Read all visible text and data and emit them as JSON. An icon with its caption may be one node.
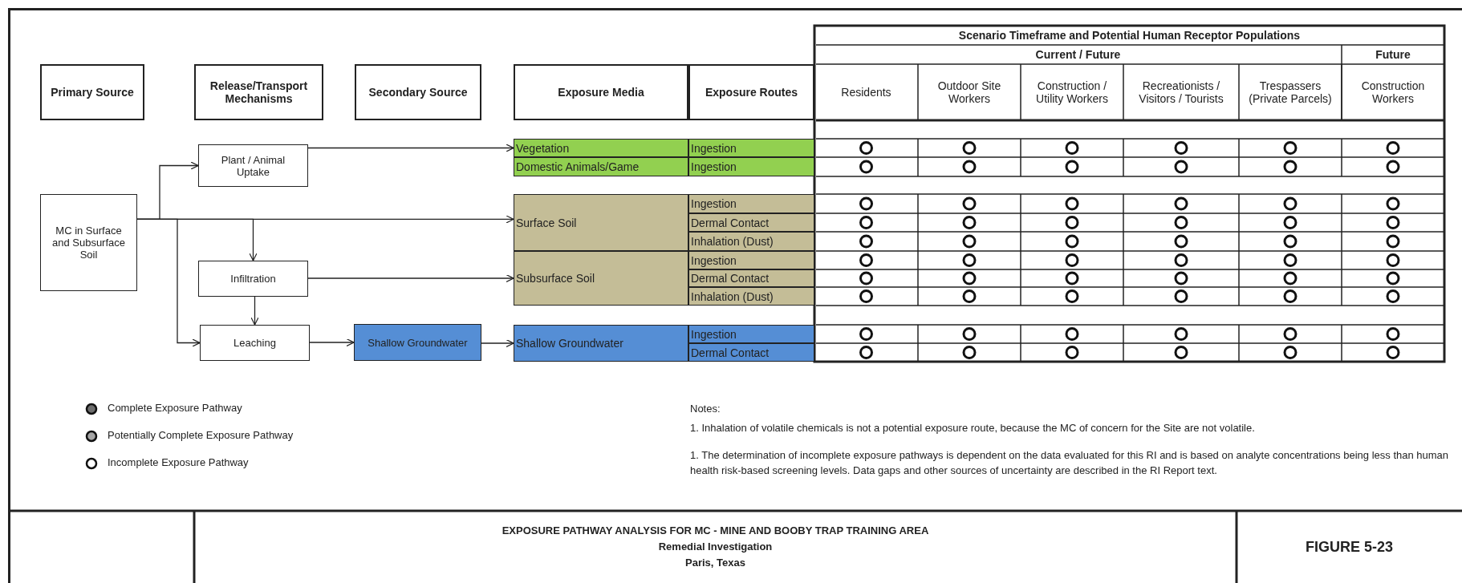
{
  "diagram": {
    "title": "EXPOSURE PATHWAY ANALYSIS FOR MC - MINE AND BOOBY TRAP TRAINING AREA",
    "nodes": [
      {
        "text": [
          "Primary Source"
        ]
      },
      {
        "text": [
          "Release/Transport Mechanisms"
        ]
      },
      {
        "text": [
          "Secondary Source"
        ]
      },
      {
        "text": [
          "Exposure Media"
        ]
      },
      {
        "text": [
          "Exposure Routes"
        ]
      },
      {
        "text": [
          "MC in Surface and Subsurface Soil"
        ]
      },
      {
        "text": [
          "Plant / Animal Uptake"
        ]
      },
      {
        "text": [
          "Infiltration"
        ]
      },
      {
        "text": [
          "Leaching"
        ]
      },
      {
        "text": [
          "Shallow Groundwater"
        ]
      },
      {
        "text": [
          "Vegetation"
        ]
      },
      {
        "text": [
          "Ingestion"
        ]
      },
      {
        "text": [
          "Domestic Animals/Game"
        ]
      },
      {
        "text": [
          "Ingestion"
        ]
      },
      {
        "text": [
          "Surface Soil"
        ]
      },
      {
        "text": [
          "Ingestion"
        ]
      },
      {
        "text": [
          "Dermal Contact"
        ]
      },
      {
        "text": [
          "Inhalation (Dust)"
        ]
      },
      {
        "text": [
          "Subsurface Soil"
        ]
      },
      {
        "text": [
          "Ingestion"
        ]
      },
      {
        "text": [
          "Dermal Contact"
        ]
      },
      {
        "text": [
          "Inhalation (Dust)"
        ]
      },
      {
        "text": [
          "Shallow Groundwater"
        ]
      },
      {
        "text": [
          "Ingestion"
        ]
      },
      {
        "text": [
          "Dermal Contact"
        ]
      }
    ],
    "edges": [
      {
        "from": 5,
        "to": 6,
        "arrow": "to"
      },
      {
        "from": 5,
        "to": 14,
        "arrow": "to"
      },
      {
        "from": 5,
        "to": 7,
        "arrow": "to"
      },
      {
        "from": 5,
        "to": 8,
        "arrow": "to"
      },
      {
        "from": 6,
        "to": 10,
        "arrow": "to"
      },
      {
        "from": 7,
        "to": 18,
        "arrow": "to"
      },
      {
        "from": 7,
        "to": 8,
        "arrow": "to"
      },
      {
        "from": 8,
        "to": 9,
        "arrow": "to"
      },
      {
        "from": 9,
        "to": 22,
        "arrow": "to"
      }
    ],
    "labels": [
      "Scenario Timeframe and Potential Human Receptor Populations",
      "Current / Future",
      "Future",
      "Residents",
      "Outdoor Site Workers",
      "Construction / Utility Workers",
      "Recreationists / Visitors / Tourists",
      "Trespassers (Private Parcels)",
      "Construction Workers",
      "Notes:",
      "1. Inhalation of volatile chemicals is not a potential exposure route, because the MC of concern for the Site are not volatile.",
      "1. The determination of incomplete exposure pathways is dependent on the data evaluated for this RI and is based on analyte concentrations being less than human health risk-based screening levels. Data gaps and other sources of uncertainty are described in the RI Report text.",
      "Remedial Investigation",
      "Paris, Texas",
      "FIGURE 5-23"
    ],
    "legend": [
      {
        "text": "Complete Exposure Pathway"
      },
      {
        "text": "Potentially Complete Exposure Pathway"
      },
      {
        "text": "Incomplete Exposure Pathway"
      }
    ]
  }
}
